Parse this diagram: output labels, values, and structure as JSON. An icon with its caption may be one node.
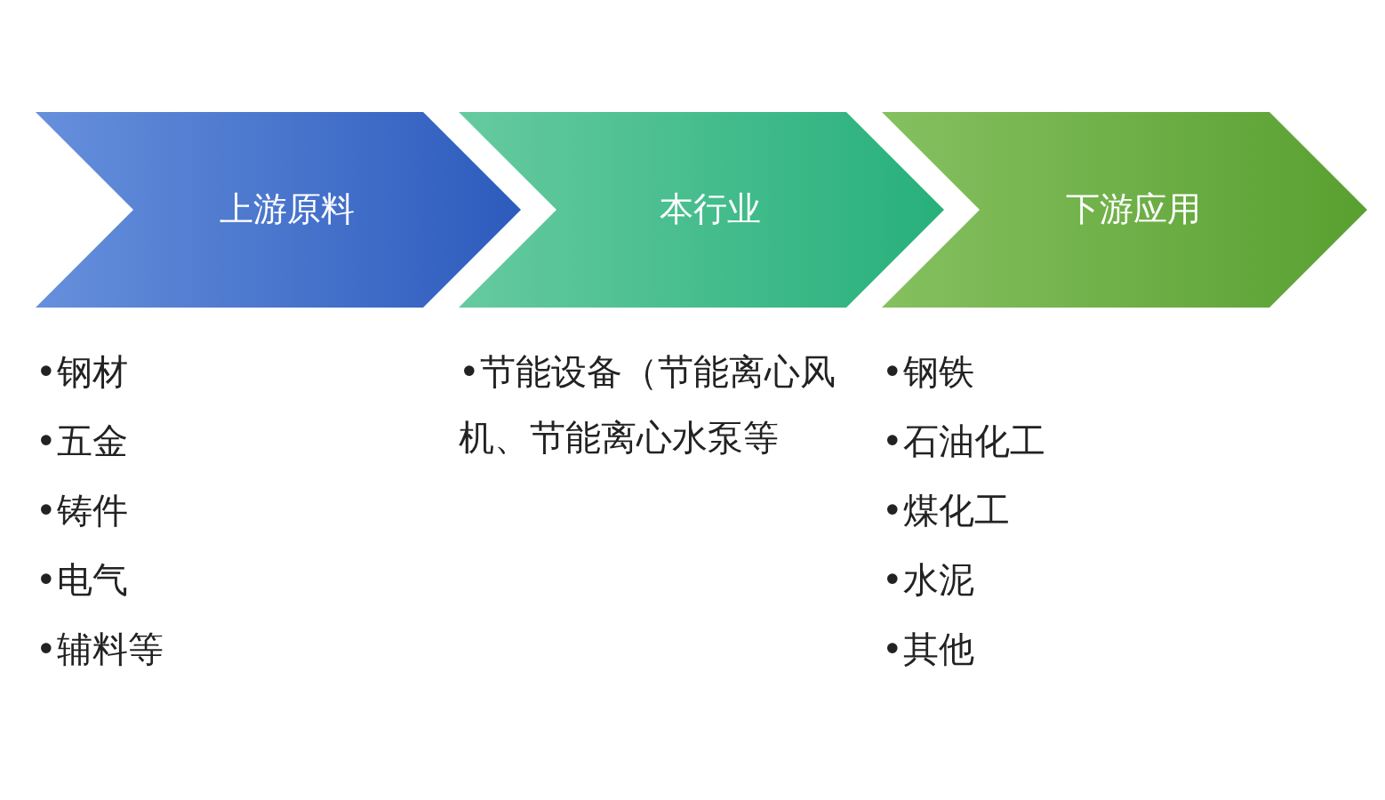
{
  "diagram": {
    "nodes": [
      {
        "text": [
          "上游原料"
        ],
        "beside": [
          "•钢材",
          "•五金",
          "•铸件",
          "•电气",
          "•辅料等"
        ]
      },
      {
        "text": [
          "本行业"
        ],
        "beside": [
          "•节能设备（节能离心风机、节能离心水泵等"
        ]
      },
      {
        "text": [
          "下游应用"
        ],
        "beside": [
          "•钢铁",
          "•石油化工",
          "•煤化工",
          "•水泥",
          "•其他"
        ]
      }
    ]
  }
}
